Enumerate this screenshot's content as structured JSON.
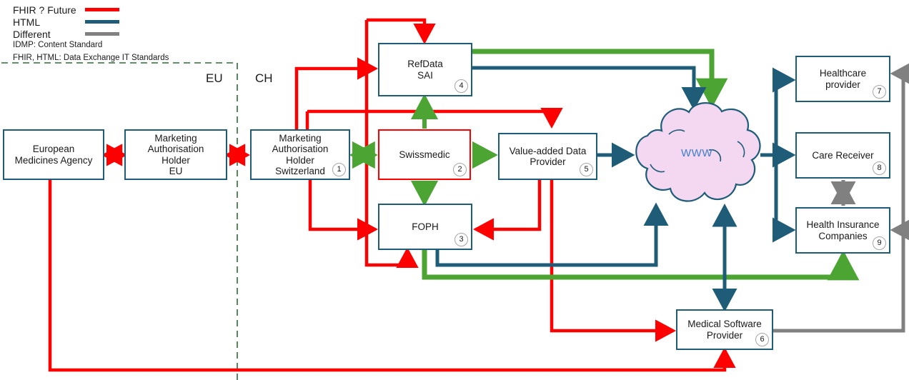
{
  "legend": {
    "items": [
      {
        "label": "FHIR ? Future",
        "color": "#FF0000",
        "name": "legend-fhir-future"
      },
      {
        "label": "HTML",
        "color": "#1F5C78",
        "name": "legend-html"
      },
      {
        "label": "Different",
        "color": "#808080",
        "name": "legend-different"
      }
    ],
    "notes": [
      "IDMP: Content Standard",
      "FHIR, HTML: Data Exchange IT Standards"
    ]
  },
  "regions": [
    {
      "label": "EU",
      "name": "region-label-eu"
    },
    {
      "label": "CH",
      "name": "region-label-ch"
    }
  ],
  "nodes": [
    {
      "id": "ema",
      "label": "European\nMedicines Agency",
      "badge": "",
      "name": "node-european-medicines-agency",
      "border": "#1F5C78"
    },
    {
      "id": "maheu",
      "label": "Marketing\nAuthorisation\nHolder\nEU",
      "badge": "",
      "name": "node-marketing-authorisation-holder-eu",
      "border": "#1F5C78"
    },
    {
      "id": "mahch",
      "label": "Marketing\nAuthorisation\nHolder\nSwitzerland",
      "badge": "1",
      "name": "node-marketing-authorisation-holder-switzerland",
      "border": "#1F5C78"
    },
    {
      "id": "swissmedic",
      "label": "Swissmedic",
      "badge": "2",
      "name": "node-swissmedic",
      "border": "#FF0000"
    },
    {
      "id": "foph",
      "label": "FOPH",
      "badge": "3",
      "name": "node-foph",
      "border": "#1F5C78"
    },
    {
      "id": "refdata",
      "label": "RefData\nSAI",
      "badge": "4",
      "name": "node-refdata-sai",
      "border": "#1F5C78"
    },
    {
      "id": "vadp",
      "label": "Value-added Data\nProvider",
      "badge": "5",
      "name": "node-value-added-data-provider",
      "border": "#1F5C78"
    },
    {
      "id": "msp",
      "label": "Medical Software\nProvider",
      "badge": "6",
      "name": "node-medical-software-provider",
      "border": "#1F5C78"
    },
    {
      "id": "hcp",
      "label": "Healthcare\nprovider",
      "badge": "7",
      "name": "node-healthcare-provider",
      "border": "#1F5C78"
    },
    {
      "id": "care",
      "label": "Care Receiver",
      "badge": "8",
      "name": "node-care-receiver",
      "border": "#1F5C78"
    },
    {
      "id": "hic",
      "label": "Health Insurance\nCompanies",
      "badge": "9",
      "name": "node-health-insurance-companies",
      "border": "#1F5C78"
    }
  ],
  "cloud": {
    "label": "WWW",
    "fill": "#F4D7F0",
    "stroke": "#1F5C78",
    "text_color": "#3f7fd0"
  },
  "colors": {
    "red": "#FF0000",
    "blue": "#1F5C78",
    "green": "#4CA433",
    "gray": "#808080",
    "border_dash": "#2E6B35"
  }
}
